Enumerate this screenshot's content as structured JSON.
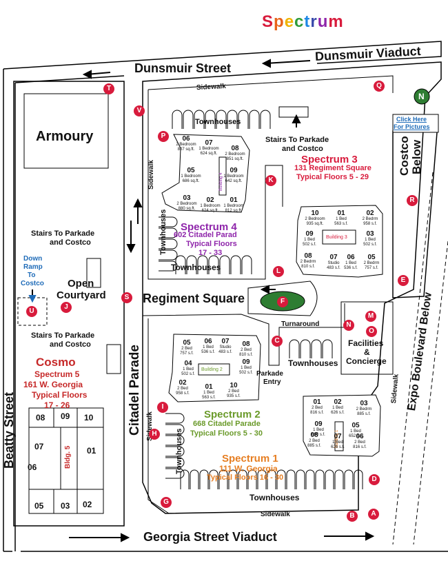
{
  "logo": {
    "letters": [
      "S",
      "p",
      "e",
      "c",
      "t",
      "r",
      "u",
      "m"
    ],
    "colors": [
      "#d81b3c",
      "#e8631a",
      "#f0b400",
      "#2e9b3b",
      "#1e88e5",
      "#3949ab",
      "#8e24aa",
      "#d81b3c"
    ]
  },
  "streets": {
    "dunsmuir_street": "Dunsmuir Street",
    "dunsmuir_viaduct": "Dunsmuir Viaduct",
    "georgia_viaduct": "Georgia Street Viaduct",
    "beatty": "Beatty Street",
    "citadel": "Citadel Parade",
    "expo": "Expo Boulevard Below",
    "regiment_square": "Regiment Square"
  },
  "labels": {
    "armoury": "Armoury",
    "open_courtyard_1": "Open",
    "open_courtyard_2": "Courtyard",
    "stairs_1a": "Stairs To Parkade",
    "stairs_1b": "and Costco",
    "stairs_2a": "Stairs To Parkade",
    "stairs_2b": "and Costco",
    "stairs_3a": "Stairs To Parkade",
    "stairs_3b": "and Costco",
    "down_ramp": [
      "Down",
      "Ramp",
      "To",
      "Costco"
    ],
    "sidewalk": "Sidewalk",
    "townhouses": "Townhouses",
    "turnaround": "Turnaround",
    "parkade_entry_1": "Parkade",
    "parkade_entry_2": "Entry",
    "facilities_1": "Facilities",
    "facilities_2": "&",
    "facilities_3": "Concierge",
    "costco_1": "Costco",
    "costco_2": "Below",
    "click_here_1": "Click Here",
    "click_here_2": "For Pictures",
    "north": "N"
  },
  "buildings": {
    "cosmo": {
      "title": "Cosmo",
      "l1": "Spectrum 5",
      "l2": "161 W. Georgia",
      "l3": "Typical Floors",
      "l4": "17 - 26",
      "color": "#c62828"
    },
    "s1": {
      "title": "Spectrum 1",
      "l1": "111 W. Georgia",
      "l2": "Typical Floors 16 - 30",
      "color": "#e67e22"
    },
    "s2": {
      "title": "Spectrum 2",
      "l1": "668 Citadel Parade",
      "l2": "Typical Floors 5 - 30",
      "color": "#6a9a2a"
    },
    "s3": {
      "title": "Spectrum 3",
      "l1": "131 Regiment Square",
      "l2": "Typical Floors 5 - 29",
      "color": "#d81b3c"
    },
    "s4": {
      "title": "Spectrum 4",
      "l1": "602 Citadel Parad",
      "l2": "Typical Floors",
      "l3": "17 - 33",
      "color": "#8e24aa"
    }
  },
  "bldg_labels": {
    "b1": "Building 1",
    "b2": "Building 2",
    "b3": "Building 3",
    "b4": "Building 4",
    "b5": "Bldg. 5"
  },
  "pins": [
    "A",
    "B",
    "C",
    "D",
    "E",
    "F",
    "G",
    "H",
    "I",
    "J",
    "K",
    "L",
    "M",
    "N",
    "O",
    "P",
    "Q",
    "R",
    "S",
    "T",
    "U",
    "V"
  ],
  "units_b5": [
    "08",
    "09",
    "10",
    "07",
    "01",
    "06",
    "05",
    "03",
    "02"
  ],
  "units_s3": [
    {
      "n": "10",
      "d": "2 Bedroom",
      "s": "935 sq.ft."
    },
    {
      "n": "01",
      "d": "1 Bed",
      "s": "563 s.f."
    },
    {
      "n": "02",
      "d": "2 Bedrm",
      "s": "958 s.f."
    },
    {
      "n": "09",
      "d": "1 Bed",
      "s": "502 s.f."
    },
    {
      "n": "03",
      "d": "1 Bed",
      "s": "502 s.f."
    },
    {
      "n": "08",
      "d": "2 Bedrm",
      "s": "810 s.f."
    },
    {
      "n": "07",
      "d": "Studio",
      "s": "483 s.f."
    },
    {
      "n": "06",
      "d": "1 Bed",
      "s": "536 s.f."
    },
    {
      "n": "05",
      "d": "2 Bedrm",
      "s": "757 s.f."
    }
  ],
  "units_s2": [
    {
      "n": "05",
      "d": "2 Bed",
      "s": "757 s.f."
    },
    {
      "n": "06",
      "d": "1 Bed",
      "s": "536 s.f."
    },
    {
      "n": "07",
      "d": "Studio",
      "s": "483 s.f."
    },
    {
      "n": "08",
      "d": "2 Bed",
      "s": "810 s.f."
    },
    {
      "n": "04",
      "d": "1 Bed",
      "s": "502 s.f."
    },
    {
      "n": "09",
      "d": "1 Bed",
      "s": "502 s.f."
    },
    {
      "n": "02",
      "d": "2 Bed",
      "s": "958 s.f."
    },
    {
      "n": "01",
      "d": "1 Bed",
      "s": "563 s.f."
    },
    {
      "n": "10",
      "d": "2 Bed",
      "s": "935 s.f."
    }
  ],
  "units_s1": [
    {
      "n": "01",
      "d": "2 Bed",
      "s": "816 s.f."
    },
    {
      "n": "02",
      "d": "1 Bed",
      "s": "626 s.f."
    },
    {
      "n": "03",
      "d": "2 Bedrm",
      "s": "885 s.f."
    },
    {
      "n": "09",
      "d": "1 Bed",
      "s": "680 s.f."
    },
    {
      "n": "05",
      "d": "1 Bed",
      "s": "652 s.f."
    },
    {
      "n": "08",
      "d": "2 Bed",
      "s": "885 s.f."
    },
    {
      "n": "07",
      "d": "1 Bed",
      "s": "626 s.f."
    },
    {
      "n": "06",
      "d": "2 Bed",
      "s": "816 s.f."
    }
  ],
  "units_s4": [
    {
      "n": "06",
      "d": "2 Bedroom",
      "s": "807 sq.ft."
    },
    {
      "n": "07",
      "d": "1 Bedroom",
      "s": "624 sq.ft."
    },
    {
      "n": "08",
      "d": "2 Bedroom",
      "s": "851 sq.ft."
    },
    {
      "n": "05",
      "d": "1 Bedroom",
      "s": "686 sq.ft."
    },
    {
      "n": "09",
      "d": "1 Bedroom",
      "s": "642 sq.ft."
    },
    {
      "n": "03",
      "d": "2 Bedroom",
      "s": "880 sq.ft."
    },
    {
      "n": "02",
      "d": "1 Bedroom",
      "s": "624 sq.ft."
    },
    {
      "n": "01",
      "d": "1 Bedroom",
      "s": "812 sq.ft."
    }
  ]
}
